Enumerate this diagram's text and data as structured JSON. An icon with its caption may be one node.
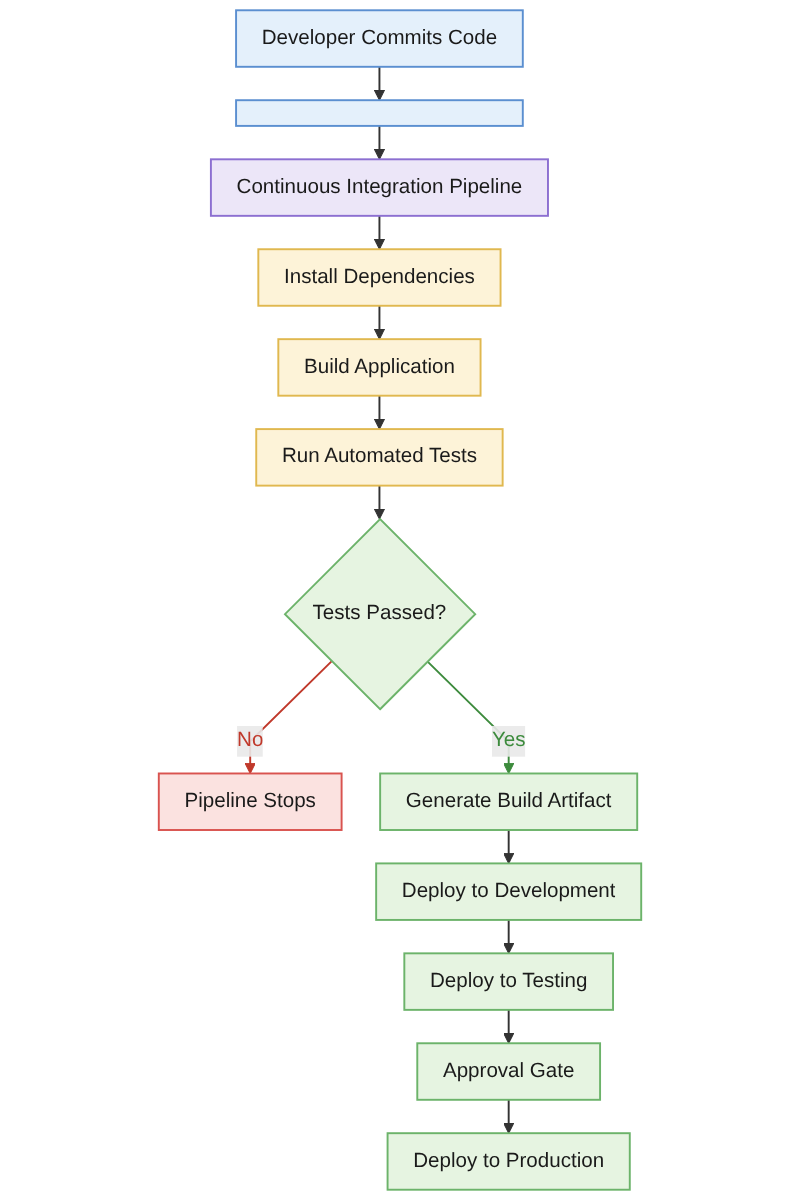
{
  "diagram": {
    "nodes": [
      {
        "text": [
          "Developer Commits Code"
        ]
      },
      {
        "text": [],
        "shape": "box"
      },
      {
        "text": [
          "Continuous Integration Pipeline"
        ]
      },
      {
        "text": [
          "Install Dependencies"
        ]
      },
      {
        "text": [
          "Build Application"
        ]
      },
      {
        "text": [
          "Run Automated Tests"
        ]
      },
      {
        "text": [
          "Tests Passed?"
        ]
      },
      {
        "text": [
          "Pipeline Stops"
        ]
      },
      {
        "text": [
          "Generate Build Artifact"
        ]
      },
      {
        "text": [
          "Deploy to Development"
        ]
      },
      {
        "text": [
          "Deploy to Testing"
        ]
      },
      {
        "text": [
          "Approval Gate"
        ]
      },
      {
        "text": [
          "Deploy to Production"
        ]
      }
    ],
    "edges": [
      {
        "from": 0,
        "to": 1,
        "arrow": "to"
      },
      {
        "from": 1,
        "to": 2,
        "arrow": "to"
      },
      {
        "from": 2,
        "to": 3,
        "arrow": "to"
      },
      {
        "from": 3,
        "to": 4,
        "arrow": "to"
      },
      {
        "from": 4,
        "to": 5,
        "arrow": "to"
      },
      {
        "from": 5,
        "to": 6,
        "arrow": "to"
      },
      {
        "from": 6,
        "to": 7,
        "arrow": "to",
        "label": "No",
        "color": "#c0392b"
      },
      {
        "from": 6,
        "to": 8,
        "arrow": "to",
        "label": "Yes",
        "color": "#3d8b3d"
      },
      {
        "from": 8,
        "to": 9,
        "arrow": "to"
      },
      {
        "from": 9,
        "to": 10,
        "arrow": "to"
      },
      {
        "from": 10,
        "to": 11,
        "arrow": "to"
      },
      {
        "from": 11,
        "to": 12,
        "arrow": "to"
      }
    ]
  }
}
